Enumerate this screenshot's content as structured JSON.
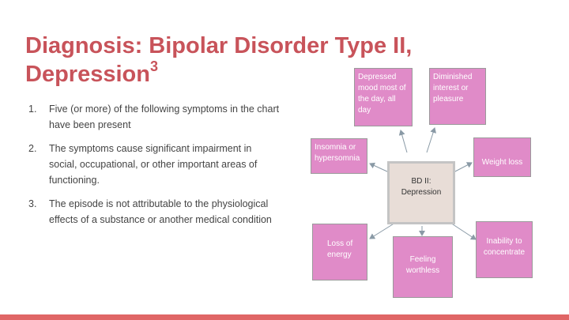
{
  "slide": {
    "title_line1": "Diagnosis: Bipolar Disorder Type II,",
    "title_line2": "Depression",
    "title_sup": "3",
    "criteria": [
      {
        "num": "1.",
        "text": "Five (or more) of the following symptoms in the chart have been present"
      },
      {
        "num": "2.",
        "text": "The symptoms cause significant impairment in social, occupational, or other important areas of functioning."
      },
      {
        "num": "3.",
        "text": "The episode is not attributable to the physiological effects of a substance or another medical condition"
      }
    ]
  },
  "diagram": {
    "center": {
      "line1": "BD II:",
      "line2": "Depression"
    },
    "symptoms": {
      "depressed_mood": "Depressed mood most of the day, all day",
      "diminished_interest": "Diminished interest or pleasure",
      "insomnia": "Insomnia or hypersomnia",
      "weight_loss": "Weight loss",
      "loss_energy": "Loss of energy",
      "worthless": "Feeling worthless",
      "concentrate": "Inability to concentrate"
    },
    "colors": {
      "box_fill": "#e08bc8",
      "center_fill": "#e8ddd7",
      "title": "#c8535a",
      "bar": "#e06666",
      "arrow": "#8a9aa6"
    }
  }
}
